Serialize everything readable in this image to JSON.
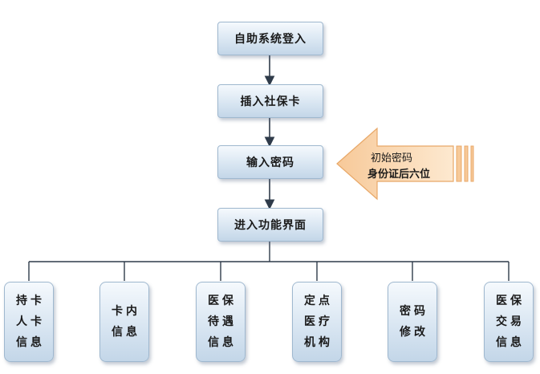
{
  "steps": [
    {
      "label": "自助系统登入"
    },
    {
      "label": "插入社保卡"
    },
    {
      "label": "输入密码"
    },
    {
      "label": "进入功能界面"
    }
  ],
  "note": {
    "line1": "初始密码",
    "line2": "身份证后六位"
  },
  "leaves": [
    {
      "lines": [
        "持卡",
        "人卡",
        "信息"
      ]
    },
    {
      "lines": [
        "卡内",
        "信息"
      ]
    },
    {
      "lines": [
        "医保",
        "待遇",
        "信息"
      ]
    },
    {
      "lines": [
        "定点",
        "医疗",
        "机构"
      ]
    },
    {
      "lines": [
        "密码",
        "修改"
      ]
    },
    {
      "lines": [
        "医保",
        "交易",
        "信息"
      ]
    }
  ],
  "colors": {
    "line": "#2f3b4a",
    "box_border": "#9fb8cf",
    "note_fill": "#f9d9b3"
  }
}
